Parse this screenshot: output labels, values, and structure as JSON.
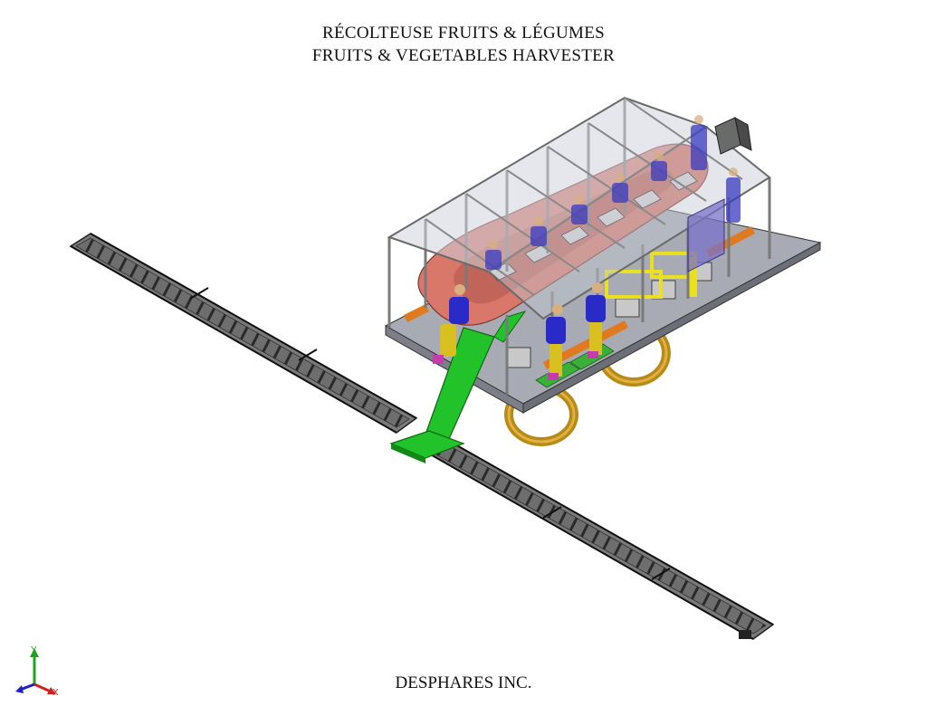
{
  "title": {
    "line_fr": "RÉCOLTEUSE FRUITS & LÉGUMES",
    "line_en": "FRUITS & VEGETABLES HARVESTER"
  },
  "footer": {
    "company": "DESPHARES INC."
  },
  "triad": {
    "y_label": "Y",
    "x_label": "X"
  },
  "colors": {
    "conveyor_green": "#22c22a",
    "table_red": "#d9776b",
    "wheel_gold": "#c89a2a",
    "frame_grey": "#8a8a8a",
    "roof_glass": "#cfd3dc",
    "boom_dark": "#3a3a3a",
    "worker_shirt": "#2a2ac8",
    "worker_pants": "#d8c020",
    "yellow_frame": "#e8e020"
  }
}
